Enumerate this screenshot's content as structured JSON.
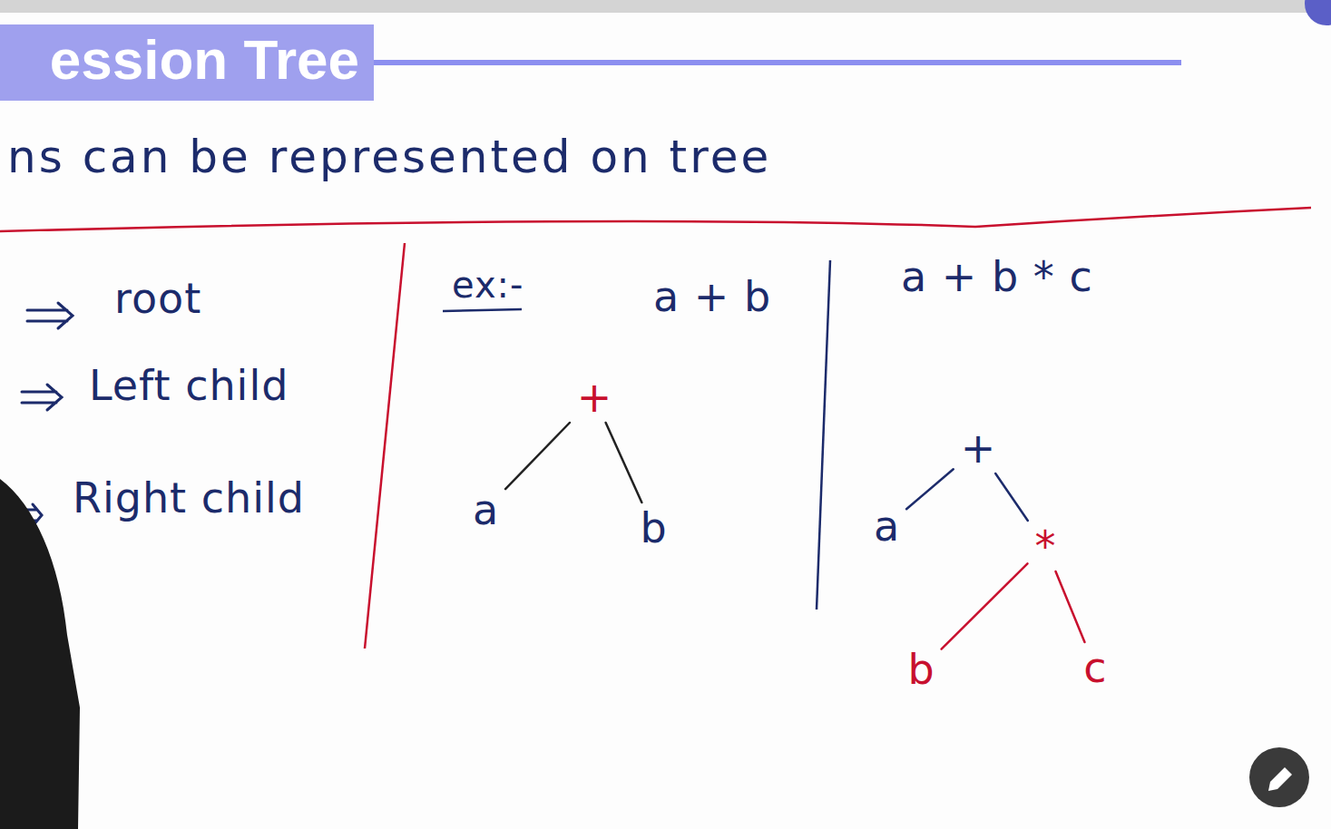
{
  "diagram": {
    "title": "ession Tree",
    "nodes": [
      {
        "text": [
          "+"
        ]
      },
      {
        "text": [
          "a"
        ]
      },
      {
        "text": [
          "b"
        ]
      },
      {
        "text": [
          "+"
        ]
      },
      {
        "text": [
          "a"
        ]
      },
      {
        "text": [
          "*"
        ]
      },
      {
        "text": [
          "b"
        ]
      },
      {
        "text": [
          "c"
        ]
      }
    ],
    "edges": [
      {
        "from": 0,
        "to": 1,
        "arrow": "none"
      },
      {
        "from": 0,
        "to": 2,
        "arrow": "none"
      },
      {
        "from": 3,
        "to": 4,
        "arrow": "none"
      },
      {
        "from": 3,
        "to": 5,
        "arrow": "none"
      },
      {
        "from": 5,
        "to": 6,
        "arrow": "none"
      },
      {
        "from": 5,
        "to": 7,
        "arrow": "none"
      }
    ],
    "labels": [
      "ns can be represented on tree",
      "root",
      "Left child",
      "Right child",
      "ex:-",
      "a + b",
      "a + b * c"
    ]
  }
}
